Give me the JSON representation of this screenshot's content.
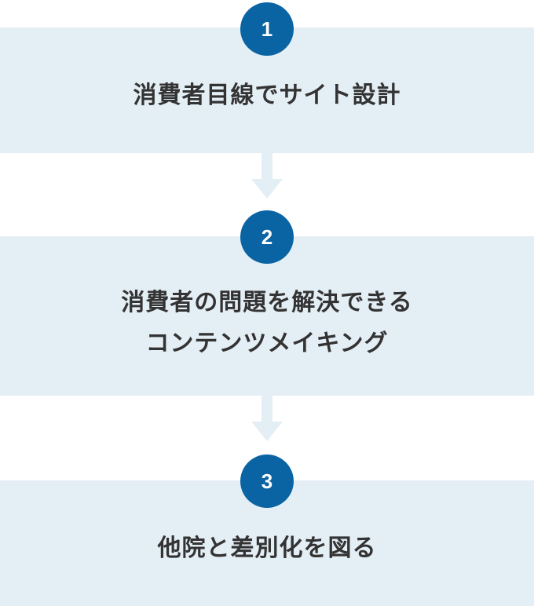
{
  "colors": {
    "box_background": "#e4eef5",
    "badge": "#0a64a4",
    "badge_text": "#ffffff",
    "text": "#333333",
    "arrow": "#e4eef5"
  },
  "steps": [
    {
      "number": "1",
      "lines": [
        "消費者目線でサイト設計"
      ]
    },
    {
      "number": "2",
      "lines": [
        "消費者の問題を解決できる",
        "コンテンツメイキング"
      ]
    },
    {
      "number": "3",
      "lines": [
        "他院と差別化を図る"
      ]
    }
  ]
}
